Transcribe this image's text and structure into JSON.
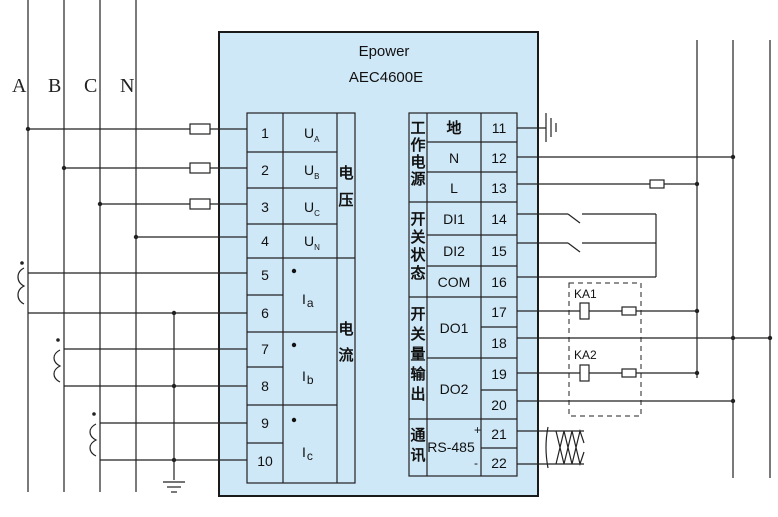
{
  "device": {
    "brand": "Epower",
    "model": "AEC4600E",
    "panel_color": "#cfe8f7",
    "border_color": "#1a1a1a"
  },
  "phases": [
    "A",
    "B",
    "C",
    "N"
  ],
  "left_terminals": [
    {
      "num": "1",
      "sig": "U",
      "sub": "A"
    },
    {
      "num": "2",
      "sig": "U",
      "sub": "B"
    },
    {
      "num": "3",
      "sig": "U",
      "sub": "C"
    },
    {
      "num": "4",
      "sig": "U",
      "sub": "N"
    },
    {
      "num": "5"
    },
    {
      "num": "6"
    },
    {
      "num": "7"
    },
    {
      "num": "8"
    },
    {
      "num": "9"
    },
    {
      "num": "10"
    }
  ],
  "currents": [
    {
      "sig": "I",
      "sub": "a"
    },
    {
      "sig": "I",
      "sub": "b"
    },
    {
      "sig": "I",
      "sub": "c"
    }
  ],
  "left_groups": {
    "voltage_chars": [
      "电",
      "压"
    ],
    "current_chars": [
      "电",
      "流"
    ]
  },
  "right_terminals": [
    "11",
    "12",
    "13",
    "14",
    "15",
    "16",
    "17",
    "18",
    "19",
    "20",
    "21",
    "22"
  ],
  "right_labels": {
    "ground": "地",
    "n": "N",
    "l": "L",
    "di1": "DI1",
    "di2": "DI2",
    "com": "COM",
    "do1": "DO1",
    "do2": "DO2",
    "rs485": "RS-485",
    "plus": "+",
    "minus": "-"
  },
  "right_groups": {
    "power_chars": [
      "工",
      "作",
      "电",
      "源"
    ],
    "switch_chars": [
      "开",
      "关",
      "状",
      "态"
    ],
    "output_chars": [
      "开",
      "关",
      "量",
      "输",
      "出"
    ],
    "comm_chars": [
      "通",
      "讯"
    ]
  },
  "relays": [
    "KA1",
    "KA2"
  ]
}
